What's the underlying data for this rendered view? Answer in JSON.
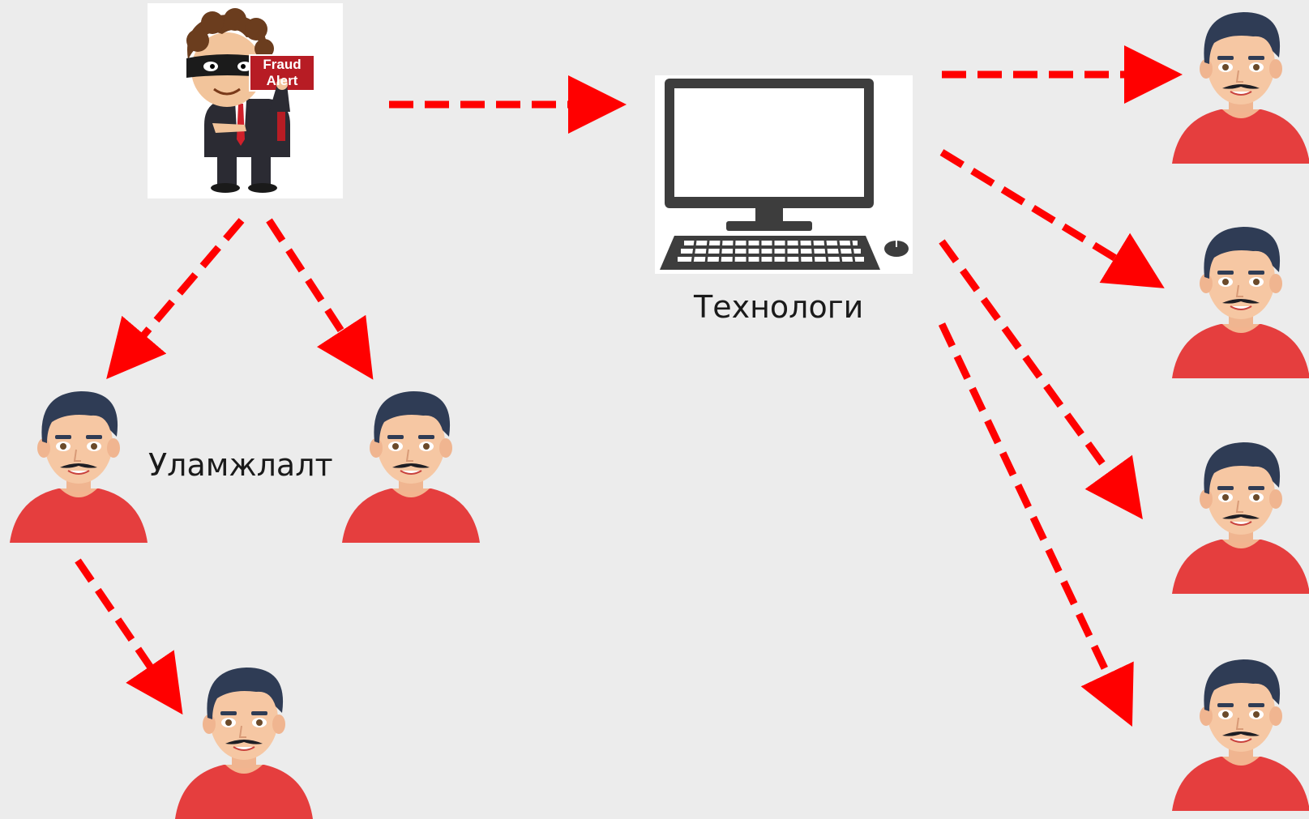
{
  "diagram": {
    "fraudster": {
      "sign_line1": "Fraud",
      "sign_line2": "Alert",
      "icon": "fraudster-icon"
    },
    "computer": {
      "label": "Технологи",
      "icon": "computer-icon"
    },
    "left_group": {
      "label": "Уламжлалт"
    },
    "person_icon": "person-icon",
    "colors": {
      "background": "#ececec",
      "arrow": "#ff0000",
      "shirt": "#e53e3e",
      "hair": "#2f3c55",
      "skin": "#f6c7a3",
      "monitor": "#3d3d3d",
      "sign": "#b71c24"
    }
  }
}
